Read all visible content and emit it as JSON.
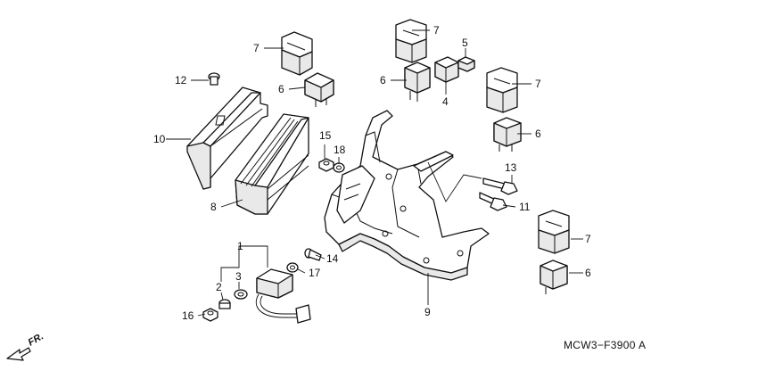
{
  "diagram_code": "MCW3−F3900",
  "diagram_code_suffix": "A",
  "direction_label": "FR.",
  "callouts": {
    "c1": "1",
    "c2": "2",
    "c3": "3",
    "c4": "4",
    "c5": "5",
    "c6a": "6",
    "c6b": "6",
    "c6c": "6",
    "c6d": "6",
    "c7a": "7",
    "c7b": "7",
    "c7c": "7",
    "c7d": "7",
    "c8": "8",
    "c9": "9",
    "c10": "10",
    "c11": "11",
    "c12": "12",
    "c13": "13",
    "c14": "14",
    "c15": "15",
    "c16": "16",
    "c17": "17",
    "c18": "18"
  }
}
